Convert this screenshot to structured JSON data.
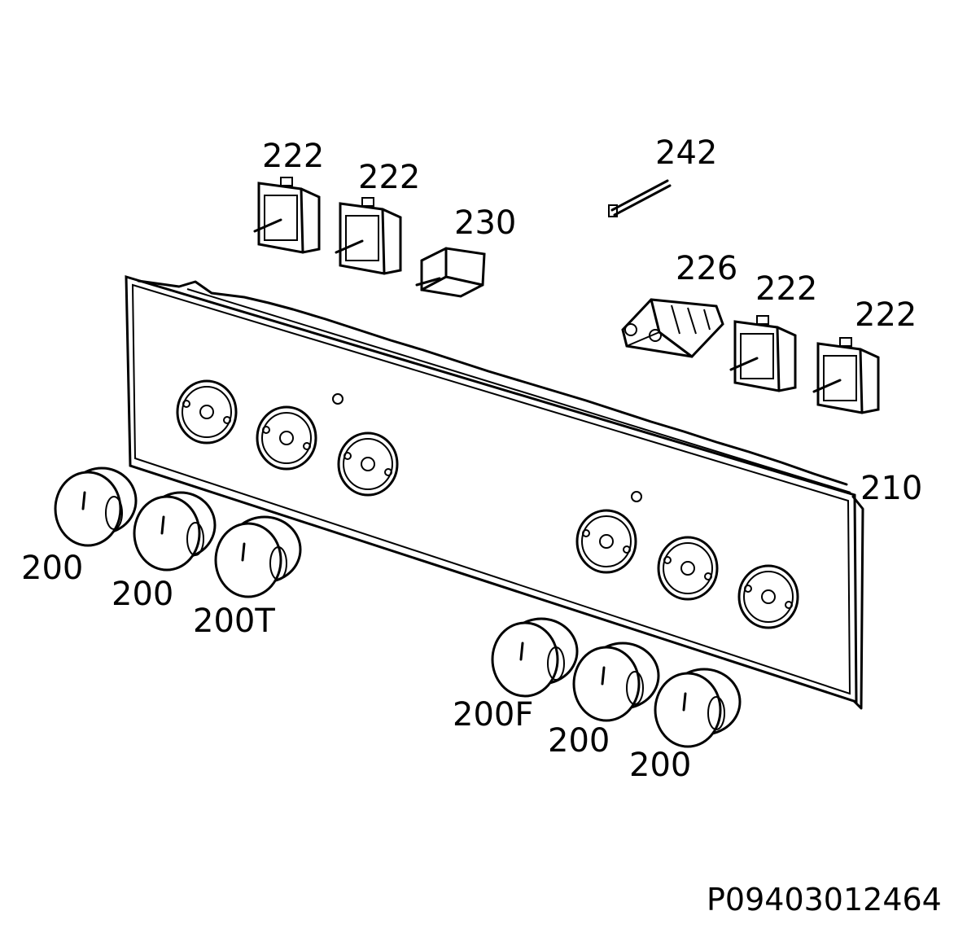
{
  "labels": {
    "sw1": "222",
    "sw2": "222",
    "sw3": "230",
    "pin": "242",
    "term": "226",
    "sw4": "222",
    "sw5": "222",
    "panel": "210",
    "k1": "200",
    "k2": "200",
    "k3": "200T",
    "k4": "200F",
    "k5": "200",
    "k6": "200"
  },
  "reference": "P09403012464"
}
